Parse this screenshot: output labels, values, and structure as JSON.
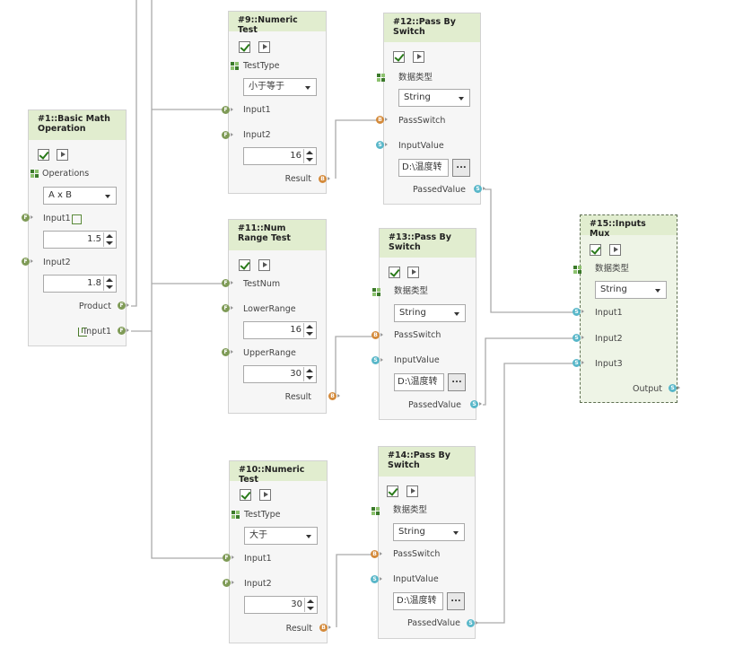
{
  "nodes": {
    "n1": {
      "title": "#1::Basic Math Operation",
      "op_label": "Operations",
      "op_value": "A x B",
      "in1_label": "Input1",
      "in1_value": "1.5",
      "in2_label": "Input2",
      "in2_value": "1.8",
      "out_product": "Product",
      "out_input1": "Input1"
    },
    "n9": {
      "title": "#9::Numeric Test",
      "type_label": "TestType",
      "type_value": "小于等于",
      "in1_label": "Input1",
      "in2_label": "Input2",
      "in2_value": "16",
      "out_label": "Result"
    },
    "n11": {
      "title": "#11::Num Range Test",
      "in_label": "TestNum",
      "lower_label": "LowerRange",
      "lower_value": "16",
      "upper_label": "UpperRange",
      "upper_value": "30",
      "out_label": "Result"
    },
    "n10": {
      "title": "#10::Numeric Test",
      "type_label": "TestType",
      "type_value": "大于",
      "in1_label": "Input1",
      "in2_label": "Input2",
      "in2_value": "30",
      "out_label": "Result"
    },
    "n12": {
      "title": "#12::Pass By Switch",
      "dtype_label": "数据类型",
      "dtype_value": "String",
      "switch_label": "PassSwitch",
      "input_label": "InputValue",
      "input_value": "D:\\温度转",
      "out_label": "PassedValue",
      "browse": "..."
    },
    "n13": {
      "title": "#13::Pass By Switch",
      "dtype_label": "数据类型",
      "dtype_value": "String",
      "switch_label": "PassSwitch",
      "input_label": "InputValue",
      "input_value": "D:\\温度转",
      "out_label": "PassedValue",
      "browse": "..."
    },
    "n14": {
      "title": "#14::Pass By Switch",
      "dtype_label": "数据类型",
      "dtype_value": "String",
      "switch_label": "PassSwitch",
      "input_label": "InputValue",
      "input_value": "D:\\温度转",
      "out_label": "PassedValue",
      "browse": "..."
    },
    "n15": {
      "title": "#15::Inputs Mux",
      "dtype_label": "数据类型",
      "dtype_value": "String",
      "in1_label": "Input1",
      "in2_label": "Input2",
      "in3_label": "Input3",
      "out_label": "Output"
    }
  },
  "port_glyphs": {
    "float": "F",
    "bool": "B",
    "string": "S"
  },
  "colors": {
    "title_bg": "#e1edcf",
    "float_port": "#7f9b57",
    "bool_port": "#d48a3a",
    "string_port": "#59b7c9",
    "wire": "#aaaaaa"
  }
}
